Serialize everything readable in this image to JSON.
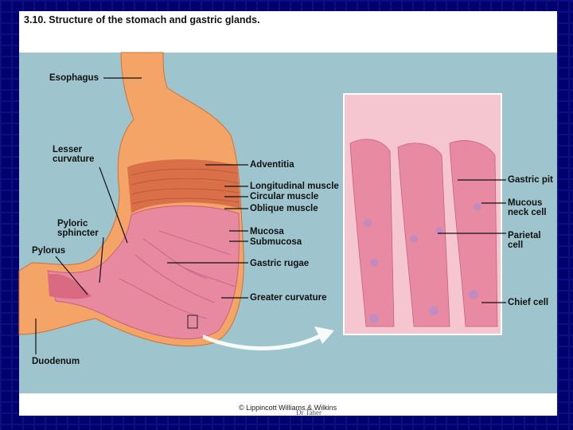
{
  "figure": {
    "title": "3.10. Structure of the stomach and gastric glands."
  },
  "labels": {
    "esophagus": "Esophagus",
    "lesser_curvature": "Lesser\ncurvature",
    "pyloric_sphincter": "Pyloric\nsphincter",
    "pylorus": "Pylorus",
    "duodenum": "Duodenum",
    "adventitia": "Adventitia",
    "longitudinal_muscle": "Longitudinal muscle",
    "circular_muscle": "Circular muscle",
    "oblique_muscle": "Oblique muscle",
    "mucosa": "Mucosa",
    "submucosa": "Submucosa",
    "gastric_rugae": "Gastric rugae",
    "greater_curvature": "Greater curvature",
    "gastric_pit": "Gastric pit",
    "mucous_neck_cell": "Mucous\nneck cell",
    "parietal_cell": "Parietal\ncell",
    "chief_cell": "Chief cell"
  },
  "footer": {
    "credit": "© Lippincott Williams & Wilkins",
    "overlay": "Dr Taher"
  },
  "colors": {
    "background": "#9ec5cd",
    "stomach_outer": "#f4a466",
    "muscle": "#d9704a",
    "mucosa": "#e78aa0",
    "gland_panel": "#f6c6d0",
    "slide_border": "#00006e"
  }
}
